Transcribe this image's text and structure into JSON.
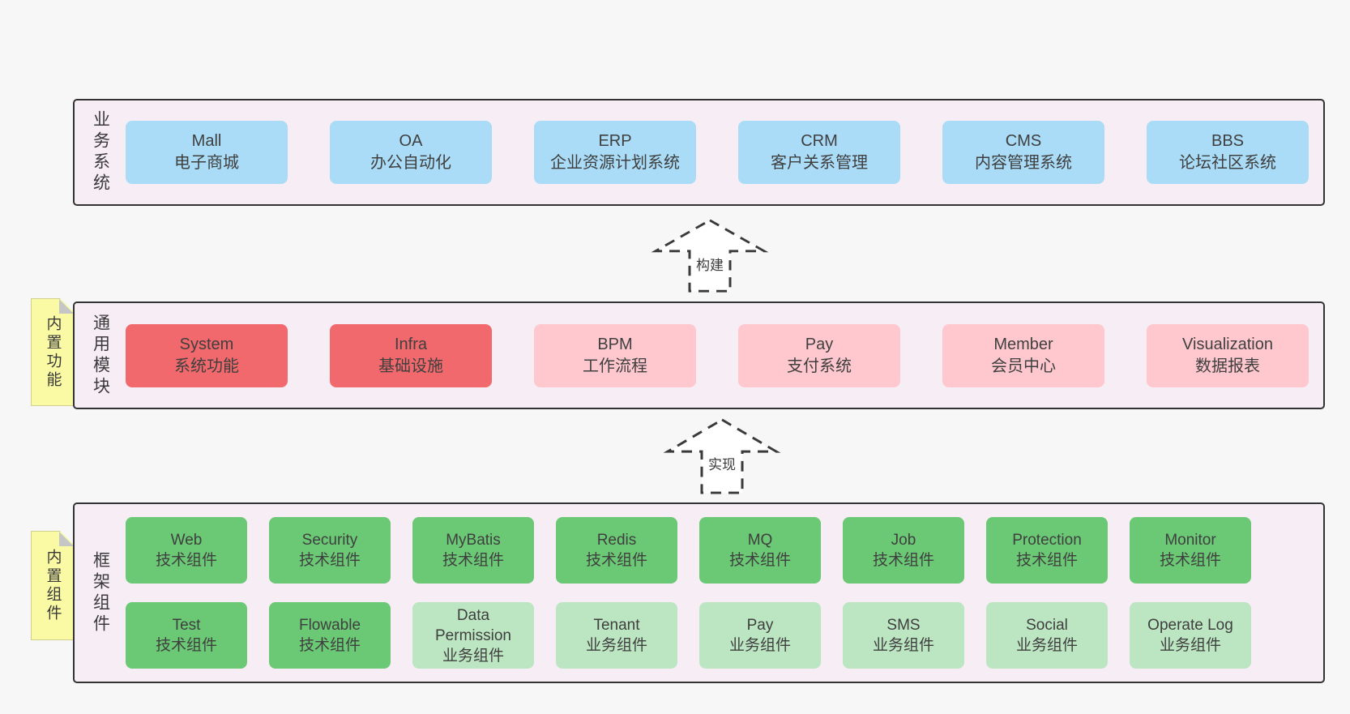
{
  "colors": {
    "page_bg": "#f7f7f7",
    "container_bg": "#f7edf5",
    "container_border": "#333333",
    "blue_box": "#aadcf7",
    "red_box": "#f1696c",
    "pink_box": "#ffc8cf",
    "green_box": "#6bc975",
    "light_green_box": "#bce5c2",
    "tab_yellow": "#fafaa5",
    "text": "#3f3f3f"
  },
  "layers": [
    {
      "title": "业务系统",
      "boxes": [
        {
          "name": "Mall",
          "desc": "电子商城"
        },
        {
          "name": "OA",
          "desc": "办公自动化"
        },
        {
          "name": "ERP",
          "desc": "企业资源计划系统"
        },
        {
          "name": "CRM",
          "desc": "客户关系管理"
        },
        {
          "name": "CMS",
          "desc": "内容管理系统"
        },
        {
          "name": "BBS",
          "desc": "论坛社区系统"
        }
      ]
    },
    {
      "title": "通用模块",
      "tab": "内置功能",
      "boxes": [
        {
          "name": "System",
          "desc": "系统功能"
        },
        {
          "name": "Infra",
          "desc": "基础设施"
        },
        {
          "name": "BPM",
          "desc": "工作流程"
        },
        {
          "name": "Pay",
          "desc": "支付系统"
        },
        {
          "name": "Member",
          "desc": "会员中心"
        },
        {
          "name": "Visualization",
          "desc": "数据报表"
        }
      ]
    },
    {
      "title": "框架组件",
      "tab": "内置组件",
      "rows": [
        [
          {
            "name": "Web",
            "desc": "技术组件"
          },
          {
            "name": "Security",
            "desc": "技术组件"
          },
          {
            "name": "MyBatis",
            "desc": "技术组件"
          },
          {
            "name": "Redis",
            "desc": "技术组件"
          },
          {
            "name": "MQ",
            "desc": "技术组件"
          },
          {
            "name": "Job",
            "desc": "技术组件"
          },
          {
            "name": "Protection",
            "desc": "技术组件"
          },
          {
            "name": "Monitor",
            "desc": "技术组件"
          }
        ],
        [
          {
            "name": "Test",
            "desc": "技术组件"
          },
          {
            "name": "Flowable",
            "desc": "技术组件"
          },
          {
            "name": "Data Permission",
            "desc": "业务组件"
          },
          {
            "name": "Tenant",
            "desc": "业务组件"
          },
          {
            "name": "Pay",
            "desc": "业务组件"
          },
          {
            "name": "SMS",
            "desc": "业务组件"
          },
          {
            "name": "Social",
            "desc": "业务组件"
          },
          {
            "name": "Operate Log",
            "desc": "业务组件"
          }
        ]
      ]
    }
  ],
  "arrows": [
    {
      "label": "构建"
    },
    {
      "label": "实现"
    }
  ]
}
